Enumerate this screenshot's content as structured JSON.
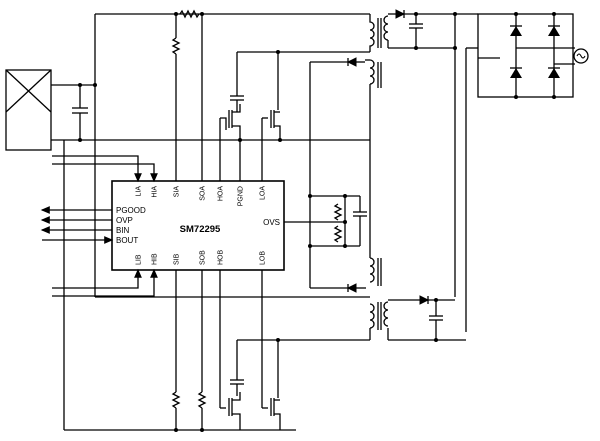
{
  "chip": {
    "part_number": "SM72295",
    "pins": {
      "top": [
        "LIA",
        "HIA",
        "SIA",
        "SOA",
        "HOA",
        "PGND",
        "LOA"
      ],
      "bottom": [
        "LIB",
        "HIB",
        "SIB",
        "SOB",
        "HOB",
        "LOB"
      ],
      "left": [
        "PGOOD",
        "OVP",
        "BIN",
        "BOUT"
      ],
      "right": [
        "OVS"
      ]
    }
  }
}
